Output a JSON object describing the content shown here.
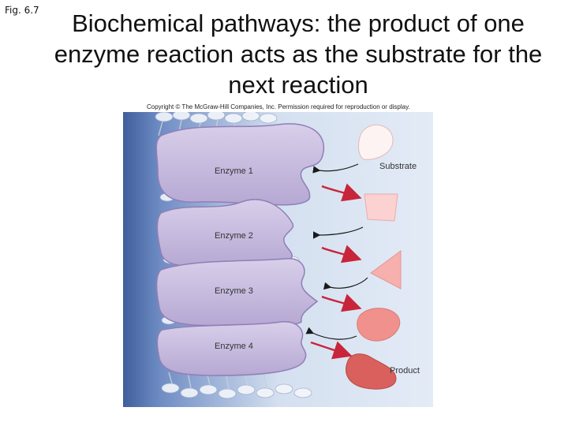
{
  "figure_label": "Fig. 6.7",
  "title": "Biochemical pathways: the product of one enzyme reaction acts as the substrate for the next reaction",
  "copyright": "Copyright © The McGraw-Hill Companies, Inc. Permission required for reproduction or display.",
  "enzymes": [
    "Enzyme 1",
    "Enzyme 2",
    "Enzyme 3",
    "Enzyme 4"
  ],
  "substrate_label": "Substrate",
  "product_label": "Product",
  "colors": {
    "membrane": "#5b77ad",
    "enzyme": "#c9bde0",
    "enzyme_stroke": "#8f7fb6",
    "background": "#dbe6f3",
    "red_arrow": "#c8253a",
    "black_arrow": "#1a1a1a"
  }
}
